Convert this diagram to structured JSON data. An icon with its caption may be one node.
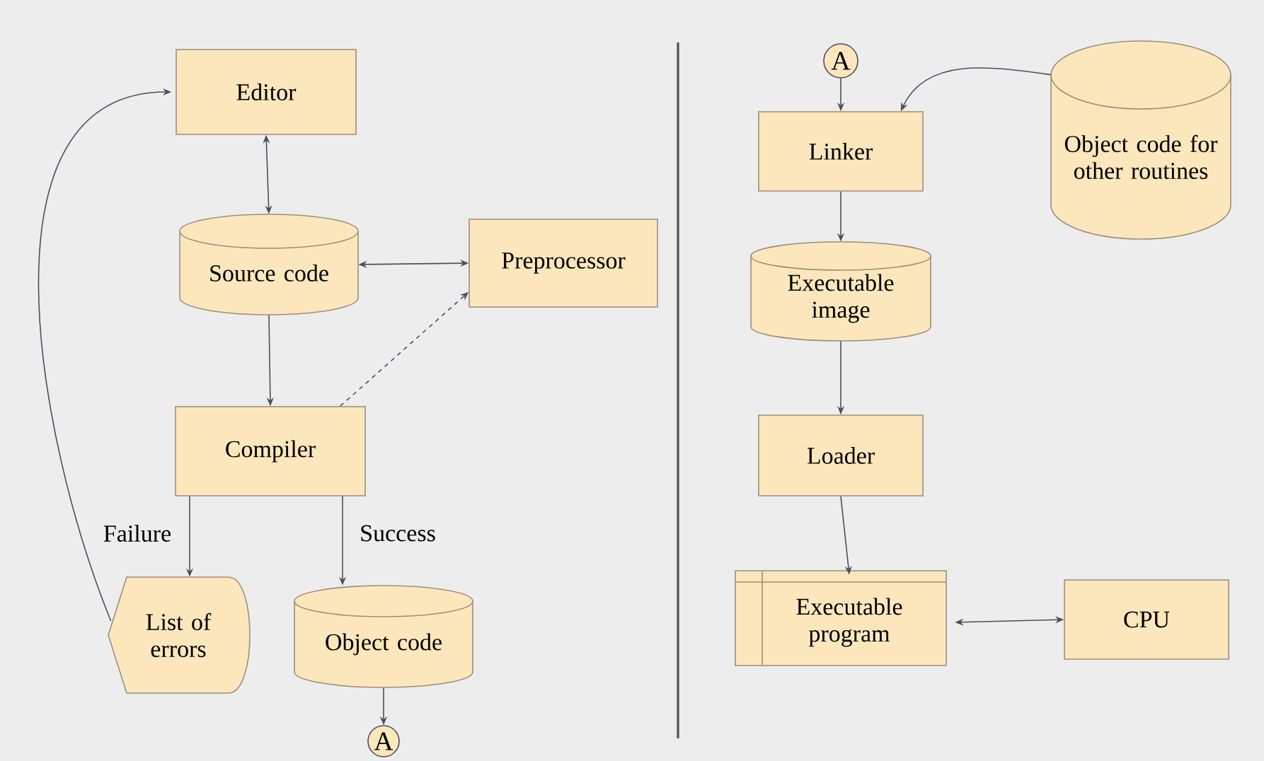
{
  "diagram": {
    "nodes": [
      {
        "text": [
          "Editor"
        ]
      },
      {
        "text": [
          "Source code"
        ]
      },
      {
        "text": [
          "Preprocessor"
        ]
      },
      {
        "text": [
          "Compiler"
        ]
      },
      {
        "text": [
          "List of errors"
        ]
      },
      {
        "text": [
          "Object code"
        ]
      },
      {
        "text": [
          "A"
        ]
      },
      {
        "text": [
          "A"
        ]
      },
      {
        "text": [
          "Linker"
        ]
      },
      {
        "text": [
          "Object code for other routines"
        ]
      },
      {
        "text": [
          "Executable image"
        ]
      },
      {
        "text": [
          "Loader"
        ]
      },
      {
        "text": [
          "Executable program"
        ]
      },
      {
        "text": [
          "CPU"
        ]
      }
    ],
    "edges": [
      {
        "from": 0,
        "to": 1,
        "arrow": "both"
      },
      {
        "from": 1,
        "to": 2,
        "arrow": "both"
      },
      {
        "from": 1,
        "to": 3,
        "arrow": "to"
      },
      {
        "from": 3,
        "to": 2,
        "arrow": "to",
        "style": "dashed"
      },
      {
        "from": 3,
        "to": 4,
        "arrow": "to",
        "label": "Failure"
      },
      {
        "from": 3,
        "to": 5,
        "arrow": "to",
        "label": "Success"
      },
      {
        "from": 5,
        "to": 6,
        "arrow": "to"
      },
      {
        "from": 4,
        "to": 0,
        "arrow": "to"
      },
      {
        "from": 7,
        "to": 8,
        "arrow": "to"
      },
      {
        "from": 9,
        "to": 8,
        "arrow": "to"
      },
      {
        "from": 8,
        "to": 10,
        "arrow": "to"
      },
      {
        "from": 10,
        "to": 11,
        "arrow": "to"
      },
      {
        "from": 11,
        "to": 12,
        "arrow": "to"
      },
      {
        "from": 12,
        "to": 13,
        "arrow": "both"
      }
    ]
  }
}
